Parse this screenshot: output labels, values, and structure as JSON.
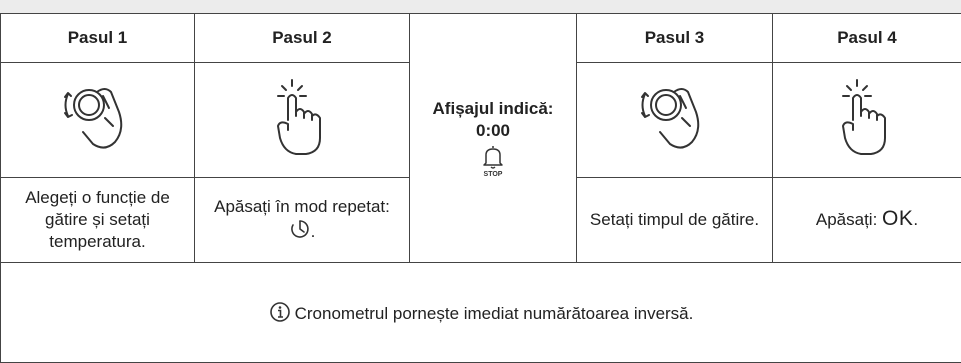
{
  "steps": {
    "step1": {
      "title": "Pasul 1",
      "icon": "knob-turn-hand-icon",
      "text": "Alegeți o funcție de gătire și setați temperatura."
    },
    "step2": {
      "title": "Pasul 2",
      "icon": "finger-tap-icon",
      "text_prefix": "Apăsați în mod repetat: ",
      "text_icon": "timer-icon",
      "text_suffix": "."
    },
    "middle": {
      "line1": "Afișajul indică:",
      "line2": "0:00",
      "bell_icon": "bell-icon",
      "stop_label": "STOP"
    },
    "step3": {
      "title": "Pasul 3",
      "icon": "knob-turn-hand-icon",
      "text": "Setați timpul de gătire."
    },
    "step4": {
      "title": "Pasul 4",
      "icon": "finger-tap-icon",
      "text_prefix": "Apăsați: ",
      "ok_label": "OK",
      "text_suffix": "."
    }
  },
  "note": {
    "icon": "info-icon",
    "text": "Cronometrul pornește imediat numărătoarea inversă."
  }
}
